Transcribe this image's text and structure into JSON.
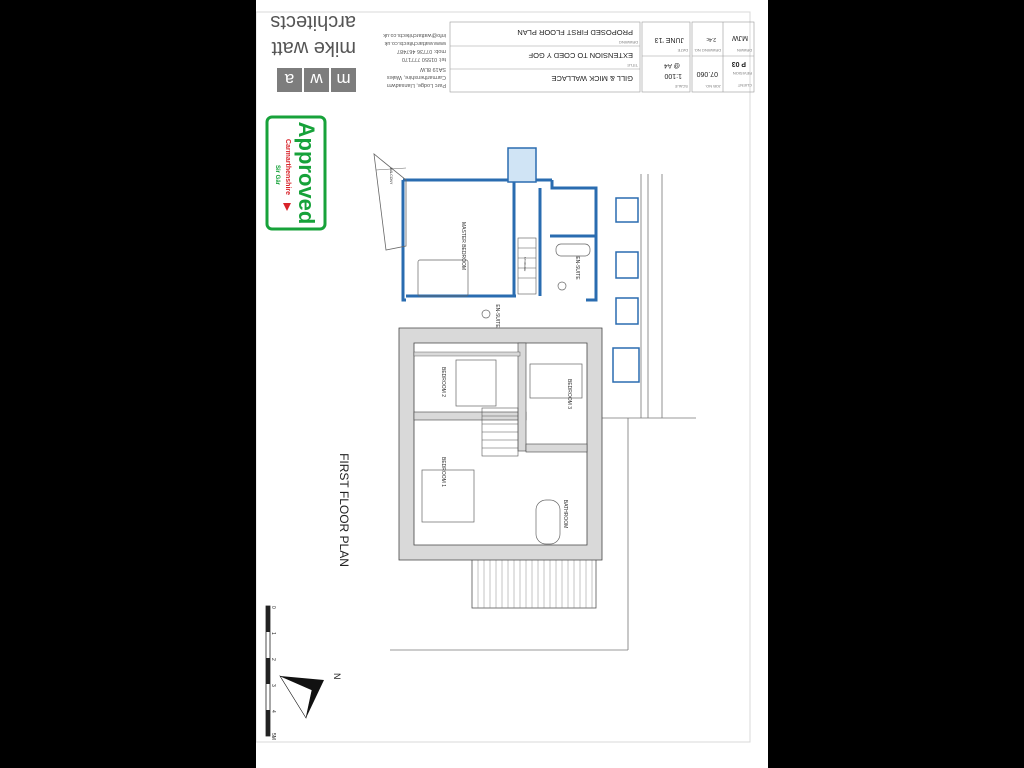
{
  "viewer": {
    "background": "#000000",
    "sheet_color": "#ffffff"
  },
  "colors": {
    "wall_blue": "#2a6cb0",
    "approved_green": "#17a23a",
    "approved_red": "#d8232a",
    "logo_grey": "#7d7d7d"
  },
  "title_block": {
    "practice": {
      "logo_letters": [
        "m",
        "w",
        "a"
      ],
      "name_line1": "mike watt",
      "name_line2": "architects",
      "address": "Parc Lodge, Llansadwrn",
      "county": "Carmarthenshire, Wales",
      "postcode": "SA19 8LW",
      "tel": "tel: 01550 777170",
      "mob": "mob: 07736 467487",
      "web": "www.wattarchitects.co.uk",
      "email": "info@wattarchitects.co.uk"
    },
    "client_label": "CLIENT",
    "client": "GILL & MICK WALLACE",
    "title_label": "TITLE",
    "title": "EXTENSION TO COED Y GOF",
    "drawing_label": "DRAWING",
    "drawing": "PROPOSED FIRST FLOOR PLAN",
    "scale_label": "SCALE",
    "scale": "1:100",
    "scale_paper": "@ A4",
    "date_label": "DATE",
    "date": "JUNE '13",
    "drawn_label": "DRAWN",
    "drawn": "MJW",
    "job_label": "JOB NO.",
    "job": "07.060",
    "drawing_no_label": "DRAWING NO.",
    "drawing_no": "2.4c",
    "revision_label": "REVISION",
    "revision": "P 03"
  },
  "stamp": {
    "word": "Approved",
    "council": "Carmarthenshire",
    "sub": "Sir Gâr"
  },
  "plan": {
    "heading": "FIRST FLOOR PLAN",
    "rooms": {
      "master_bedroom": "MASTER BEDROOM",
      "en_suite_1": "EN-SUITE",
      "en_suite_2": "EN-SUITE",
      "bedroom_1": "BEDROOM 1",
      "bedroom_2": "BEDROOM 2",
      "bedroom_3": "BEDROOM 3",
      "bathroom": "BATHROOM",
      "balcony": "BALCONY",
      "storage": "STORAGE"
    }
  },
  "scale_bar": {
    "ticks": [
      "0",
      "1",
      "2",
      "3",
      "4",
      "5M"
    ]
  },
  "north": {
    "label": "N"
  }
}
